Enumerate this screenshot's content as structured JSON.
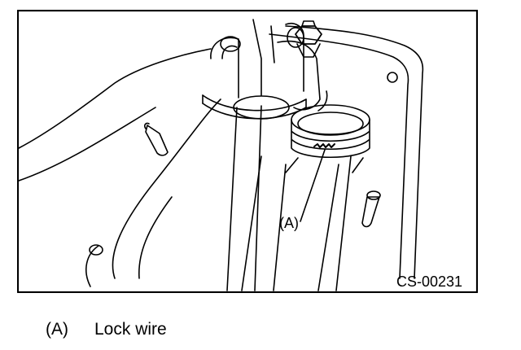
{
  "figure": {
    "callout": "(A)",
    "code": "CS-00231"
  },
  "legend": [
    {
      "key": "(A)",
      "text": "Lock wire"
    }
  ],
  "colors": {
    "line": "#000000",
    "background": "#ffffff"
  }
}
